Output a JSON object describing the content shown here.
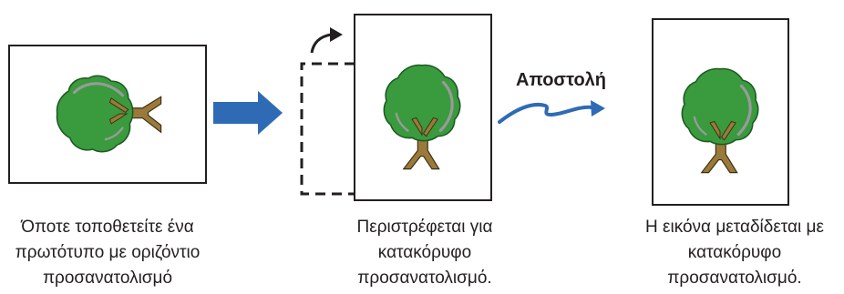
{
  "diagram": {
    "send_label": "Αποστολή",
    "captions": {
      "original": [
        "Όποτε τοποθετείτε ένα",
        "πρωτότυπο με οριζόντιο",
        "προσανατολισμό"
      ],
      "rotated": [
        "Περιστρέφεται για",
        "κατακόρυφο",
        "προσανατολισμό."
      ],
      "received": [
        "Η εικόνα μεταδίδεται με",
        "κατακόρυφο",
        "προσανατολισμό."
      ]
    },
    "colors": {
      "foliage": "#3a9a3e",
      "foliage_outline": "#1e5a22",
      "foliage_highlight": "#9a9a9a",
      "trunk": "#9a7a3a",
      "trunk_outline": "#3d2e12",
      "big_arrow": "#2f6bb5",
      "wave_arrow": "#2f6bb5",
      "frame": "#231f20"
    }
  }
}
